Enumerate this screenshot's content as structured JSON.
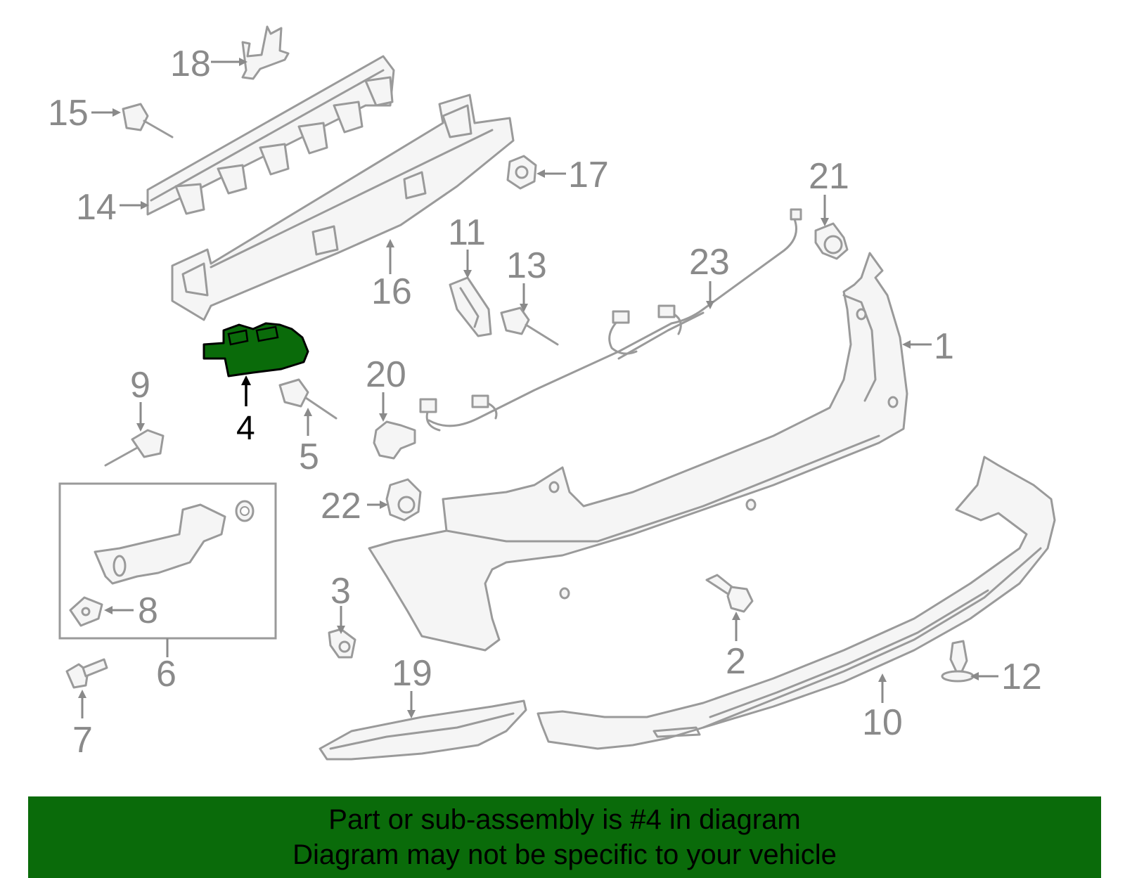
{
  "callouts": [
    {
      "id": "1",
      "text": "1"
    },
    {
      "id": "2",
      "text": "2"
    },
    {
      "id": "3",
      "text": "3"
    },
    {
      "id": "4",
      "text": "4"
    },
    {
      "id": "5",
      "text": "5"
    },
    {
      "id": "6",
      "text": "6"
    },
    {
      "id": "7",
      "text": "7"
    },
    {
      "id": "8",
      "text": "8"
    },
    {
      "id": "9",
      "text": "9"
    },
    {
      "id": "10",
      "text": "10"
    },
    {
      "id": "11",
      "text": "11"
    },
    {
      "id": "12",
      "text": "12"
    },
    {
      "id": "13",
      "text": "13"
    },
    {
      "id": "14",
      "text": "14"
    },
    {
      "id": "15",
      "text": "15"
    },
    {
      "id": "16",
      "text": "16"
    },
    {
      "id": "17",
      "text": "17"
    },
    {
      "id": "18",
      "text": "18"
    },
    {
      "id": "19",
      "text": "19"
    },
    {
      "id": "20",
      "text": "20"
    },
    {
      "id": "21",
      "text": "21"
    },
    {
      "id": "22",
      "text": "22"
    },
    {
      "id": "23",
      "text": "23"
    }
  ],
  "highlighted_part": "4",
  "colors": {
    "highlight": "#0a6b0a",
    "parts": "#9a9a9a",
    "banner": "#0a6b0a"
  },
  "banner": {
    "line1": "Part or sub-assembly is #4 in diagram",
    "line2": "Diagram may not be specific to your vehicle"
  }
}
